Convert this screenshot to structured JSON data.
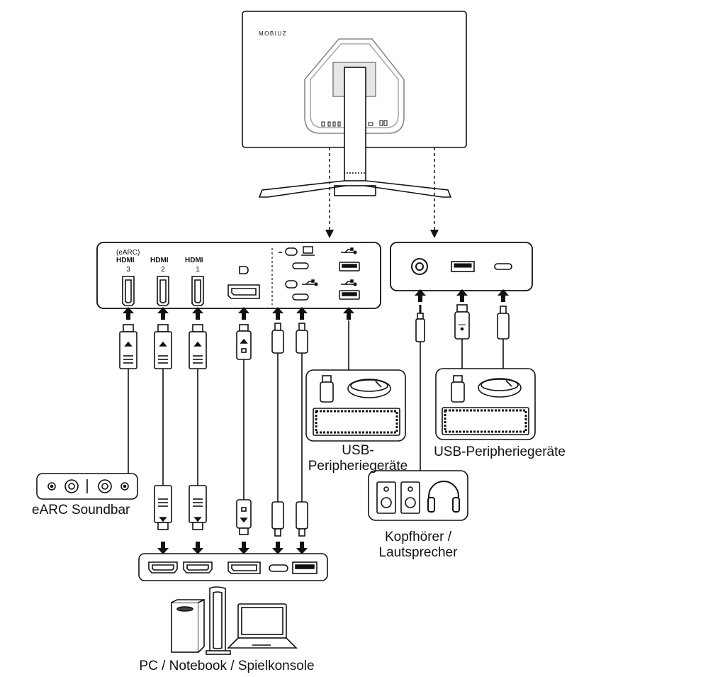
{
  "monitor": {
    "brand": "MOBIUZ"
  },
  "ports": {
    "earc_tag": "(eARC)",
    "hdmi_logo": "HDMI",
    "hdmi_numbers": [
      "3",
      "2",
      "1"
    ]
  },
  "labels": {
    "soundbar": "eARC Soundbar",
    "usb_peripherals_left_line1": "USB-",
    "usb_peripherals_left_line2": "Peripheriegeräte",
    "usb_peripherals_right": "USB-Peripheriegeräte",
    "headphones_line1": "Kopfhörer /",
    "headphones_line2": "Lautsprecher",
    "sources": "PC / Notebook / Spielkonsole"
  },
  "icons": [
    "monitor-rear-view",
    "hdmi-port-icon",
    "displayport-icon",
    "usb-c-port-icon",
    "usb-a-port-icon",
    "usb-symbol-icon",
    "laptop-icon",
    "audio-jack-icon",
    "usb-stick-icon",
    "mouse-icon",
    "keyboard-icon",
    "speaker-icon",
    "headphones-icon",
    "game-console-icon",
    "pc-tower-icon",
    "arrow-up-icon",
    "arrow-down-icon"
  ]
}
